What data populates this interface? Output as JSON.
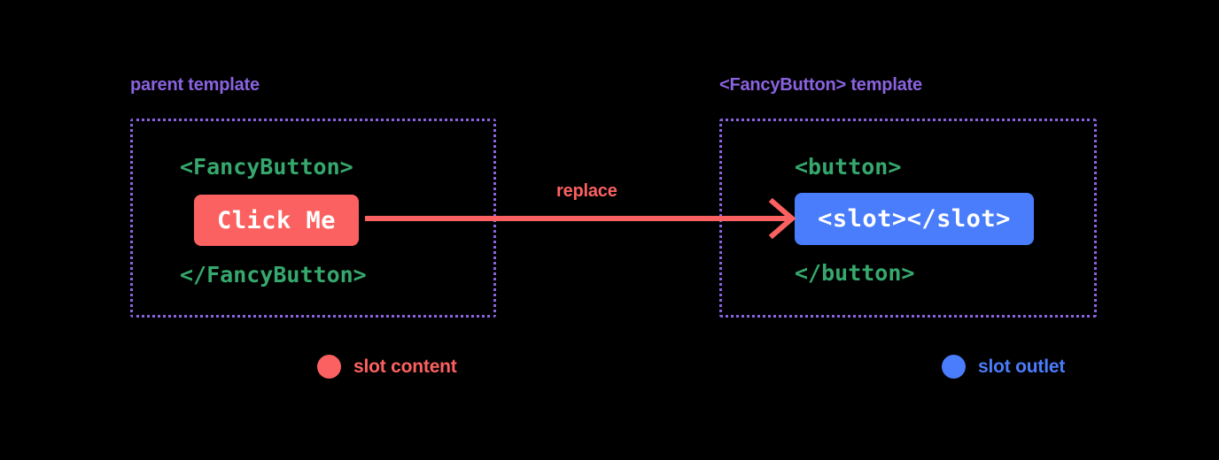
{
  "diagram": {
    "background_color": "#000000",
    "title_hidden": "Vue slot content and slot outlet diagram",
    "panels": [
      {
        "id": "parent",
        "label": "parent template",
        "label_color": "#8b63e0",
        "border_color": "#8b63e0",
        "open_tag": "<FancyButton>",
        "close_tag": "</FancyButton>",
        "tag_color": "#36a86d",
        "chip": {
          "text": "Click Me",
          "background": "#fc6161",
          "text_color": "#ffffff",
          "role": "slot content"
        }
      },
      {
        "id": "fancybutton",
        "label": "<FancyButton> template",
        "label_color": "#8b63e0",
        "border_color": "#8b63e0",
        "open_tag": "<button>",
        "close_tag": "</button>",
        "tag_color": "#36a86d",
        "chip": {
          "text": "<slot></slot>",
          "background": "#4a7dfc",
          "text_color": "#ffffff",
          "role": "slot outlet"
        }
      }
    ],
    "arrow": {
      "label": "replace",
      "color": "#fc6161",
      "direction": "left-to-right"
    },
    "legend": [
      {
        "label": "slot content",
        "color": "#fc6161"
      },
      {
        "label": "slot outlet",
        "color": "#4a7dfc"
      }
    ]
  }
}
